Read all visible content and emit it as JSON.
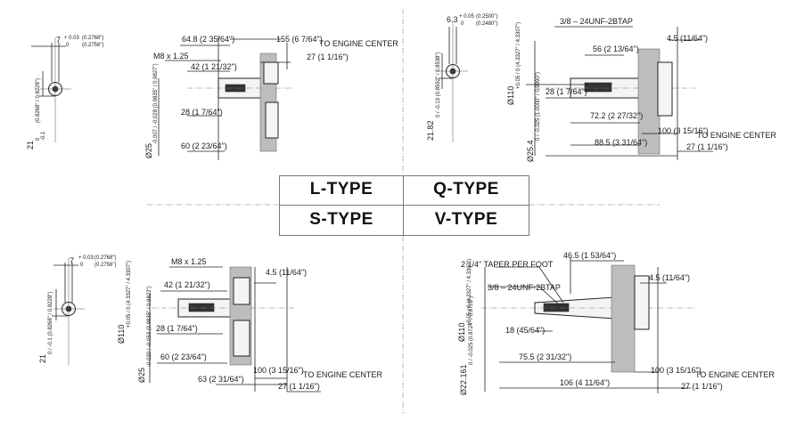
{
  "types": {
    "l_type": "L-TYPE",
    "q_type": "Q-TYPE",
    "s_type": "S-TYPE",
    "v_type": "V-TYPE"
  },
  "l_type": {
    "key_width": "7",
    "key_width_tol_upper": "+ 0.03",
    "key_width_tol_lower": "0",
    "key_width_inch_upper": "(0.2768\")",
    "key_width_inch_lower": "(0.2756\")",
    "key_depth": "21",
    "key_depth_tol_upper": "0",
    "key_depth_tol_lower": "-0.1",
    "key_depth_inch": "(0.8268\" / 0.8228\")",
    "dim_64_8": "64.8 (2 35/64\")",
    "dim_155": "155 (6 7/64\")",
    "to_engine_center": "TO ENGINE CENTER",
    "dim_27": "27 (1 1/16\")",
    "thread": "M8 x 1.25",
    "dim_42": "42 (1 21/32\")",
    "dim_28": "28 (1 7/64\")",
    "dim_60": "60 (2 23/64\")",
    "shaft_dia": "Ø25",
    "shaft_dia_tol": "-0.007 / -0.028 (0.9835\" / 0.9827\")"
  },
  "q_type": {
    "key_width": "6.3",
    "key_width_tol_upper": "+ 0.05",
    "key_width_tol_lower": "0",
    "key_width_inch_upper": "(0.2500\")",
    "key_width_inch_lower": "(0.2480\")",
    "key_depth": "21.82",
    "key_depth_tol": "0 / -0.13 (0.8592\" / 0.8538\")",
    "thread": "3/8 – 24UNF-2BTAP",
    "dim_56": "56 (2 13/64\")",
    "dim_4_5": "4.5 (11/64\")",
    "pcd": "Ø110",
    "pcd_tol": "+0.05 / 0 (4.3327\" / 4.3307\")",
    "dim_28": "28 (1 7/64\")",
    "dim_72_2": "72.2 (2 27/32\")",
    "shaft_dia": "Ø25.4",
    "shaft_dia_tol": "0 / -0.025 (1.0000\" / 0.9990\")",
    "dim_100": "100 (3 15/16\")",
    "to_engine_center": "TO ENGINE CENTER",
    "dim_88_5": "88.5 (3 31/64\")",
    "dim_27": "27 (1 1/16\")"
  },
  "s_type": {
    "key_width": "7",
    "key_width_tol_upper": "+ 0.03",
    "key_width_tol_lower": "0",
    "key_width_inch_upper": "(0.2768\")",
    "key_width_inch_lower": "(0.2756\")",
    "key_depth": "21",
    "key_depth_tol": "0 / -0.1 (0.8268\" / 0.8228\")",
    "thread": "M8 x 1.25",
    "dim_42": "42 (1 21/32\")",
    "dim_4_5": "4.5 (11/64\")",
    "pcd": "Ø110",
    "pcd_tol": "+0.05 / 0 (4.3327\" / 4.3307\")",
    "dim_28": "28 (1 7/64\")",
    "shaft_dia": "Ø25",
    "shaft_dia_tol": "-0.020 / -0.053 (0.9835\" / 0.9822\")",
    "dim_60": "60 (2 23/64\")",
    "dim_100": "100 (3 15/16\")",
    "to_engine_center": "TO ENGINE CENTER",
    "dim_63": "63 (2 31/64\")",
    "dim_27": "27 (1 1/16\")"
  },
  "v_type": {
    "taper": "2 1/4\" TAPER PER FOOT",
    "dim_46_5": "46.5 (1 53/64\")",
    "dim_4_5": "4.5 (11/64\")",
    "thread": "3/8 – 24UNF-2BTAP",
    "pcd": "Ø110",
    "pcd_tol": "+0.05 / 0 (4.3327\" / 4.3307\")",
    "dim_18": "18 (45/64\")",
    "dim_75_5": "75.5 (2 31/32\")",
    "shaft_dia": "Ø22.161",
    "shaft_dia_tol": "0 / -0.025 (0.8724\" / 0.8715\")",
    "dim_106": "106 (4 11/64\")",
    "dim_100": "100 (3 15/16\")",
    "to_engine_center": "TO ENGINE CENTER",
    "dim_27": "27 (1 1/16\")"
  }
}
